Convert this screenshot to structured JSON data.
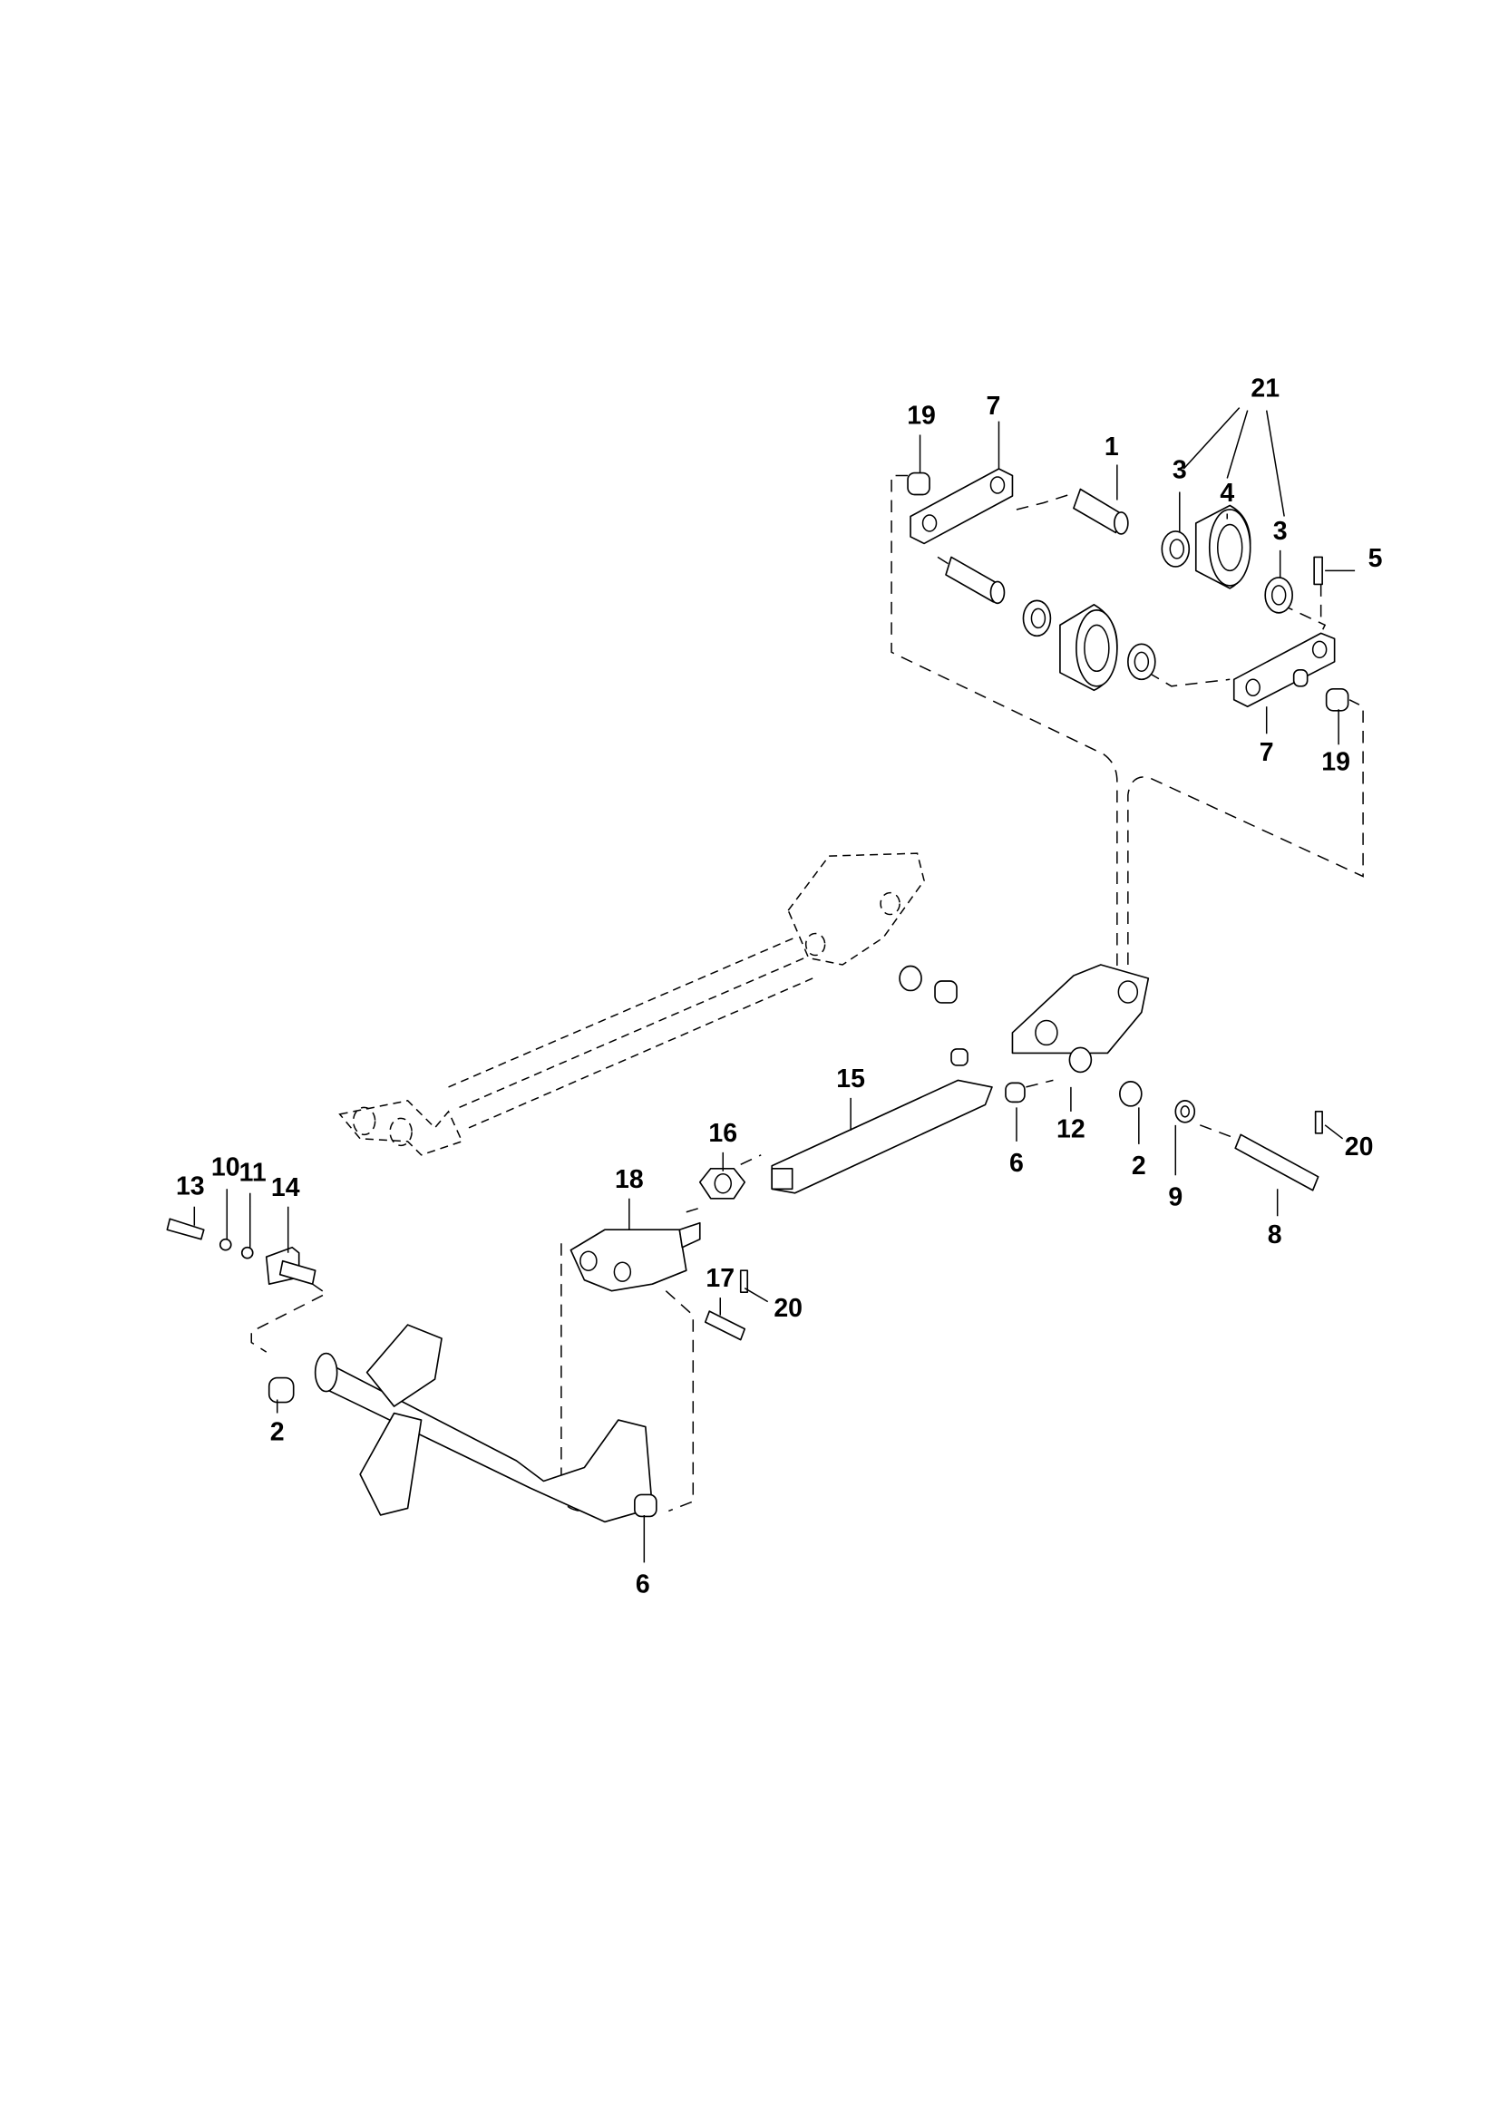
{
  "diagram": {
    "type": "exploded parts diagram",
    "callouts": [
      {
        "label": "19"
      },
      {
        "label": "7"
      },
      {
        "label": "1"
      },
      {
        "label": "21"
      },
      {
        "label": "3"
      },
      {
        "label": "4"
      },
      {
        "label": "3"
      },
      {
        "label": "5"
      },
      {
        "label": "7"
      },
      {
        "label": "19"
      },
      {
        "label": "15"
      },
      {
        "label": "16"
      },
      {
        "label": "12"
      },
      {
        "label": "6"
      },
      {
        "label": "2"
      },
      {
        "label": "9"
      },
      {
        "label": "20"
      },
      {
        "label": "8"
      },
      {
        "label": "13"
      },
      {
        "label": "10"
      },
      {
        "label": "11"
      },
      {
        "label": "14"
      },
      {
        "label": "18"
      },
      {
        "label": "17"
      },
      {
        "label": "20"
      },
      {
        "label": "2"
      },
      {
        "label": "6"
      }
    ]
  }
}
